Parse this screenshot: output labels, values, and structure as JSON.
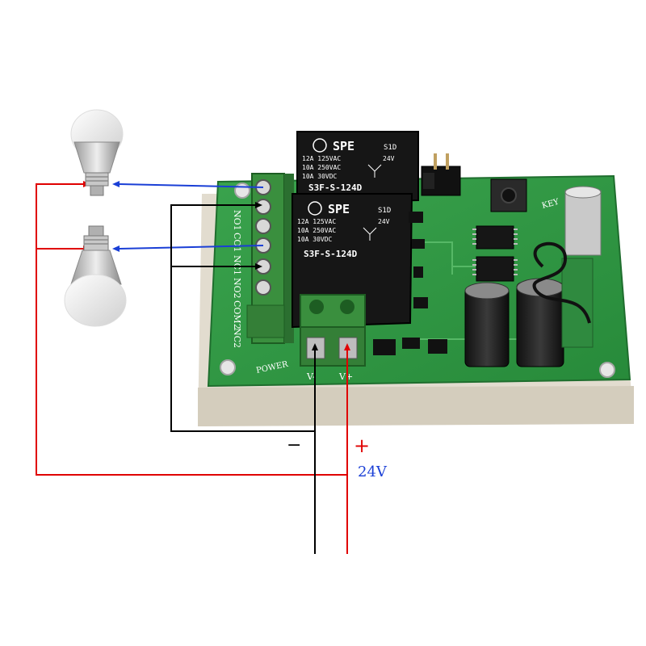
{
  "relays": [
    {
      "brand": "SPE",
      "code": "S1D",
      "coil": "24V",
      "ratings": [
        "12A 125VAC",
        "10A 250VAC",
        "10A 30VDC"
      ],
      "model": "S3F-S-124D"
    },
    {
      "brand": "SPE",
      "code": "S1D",
      "coil": "24V",
      "ratings": [
        "12A 125VAC",
        "10A 250VAC",
        "10A 30VDC"
      ],
      "model": "S3F-S-124D"
    }
  ],
  "terminals": [
    "NO1",
    "CO1",
    "NC1",
    "NO2",
    "COM2",
    "NC2"
  ],
  "power_label": "POWER",
  "power_terminals": {
    "neg": "V-",
    "pos": "V+"
  },
  "key_label": "KEY",
  "supply": {
    "minus": "−",
    "plus": "+",
    "voltage": "24V"
  },
  "colors": {
    "pcb": "#2f9a45",
    "relay": "#1a1a1a",
    "terminal_block": "#3a8f3e",
    "wire_red": "#e00000",
    "wire_blue": "#1a3fd6",
    "wire_black": "#000000"
  }
}
